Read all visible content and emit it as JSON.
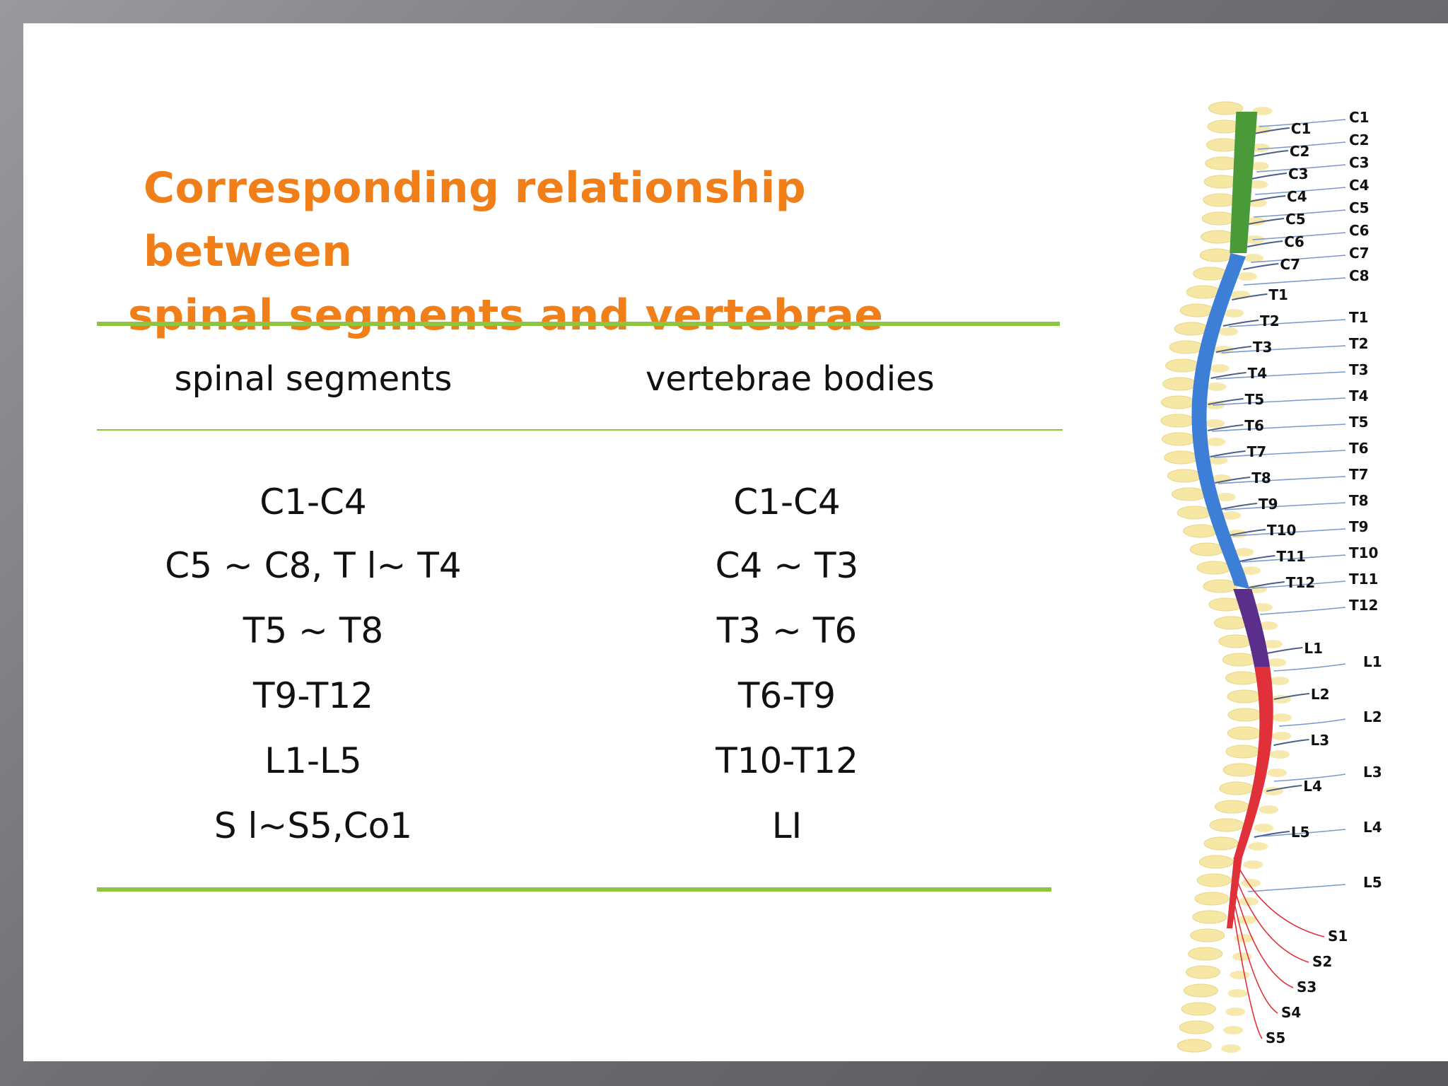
{
  "title": {
    "line1": "Corresponding relationship between",
    "line2": "spinal segments and vertebrae"
  },
  "table": {
    "headers": [
      "spinal segments",
      "vertebrae bodies"
    ],
    "rows": [
      [
        "C1-C4",
        "C1-C4"
      ],
      [
        "C5 ~ C8, T l~ T4",
        "C4 ~ T3"
      ],
      [
        "T5 ~ T8",
        "T3 ~ T6"
      ],
      [
        "T9-T12",
        "T6-T9"
      ],
      [
        "L1-L5",
        "T10-T12"
      ],
      [
        "S l~S5,Co1",
        "LI"
      ]
    ]
  },
  "diagram": {
    "inner_labels": [
      "C1",
      "C2",
      "C3",
      "C4",
      "C5",
      "C6",
      "C7",
      "T1",
      "T2",
      "T3",
      "T4",
      "T5",
      "T6",
      "T7",
      "T8",
      "T9",
      "T10",
      "T11",
      "T12",
      "L1",
      "L2",
      "L3",
      "L4",
      "L5"
    ],
    "outer_labels": [
      "C1",
      "C2",
      "C3",
      "C4",
      "C5",
      "C6",
      "C7",
      "C8",
      "T1",
      "T2",
      "T3",
      "T4",
      "T5",
      "T6",
      "T7",
      "T8",
      "T9",
      "T10",
      "T11",
      "T12",
      "L1",
      "L2",
      "L3",
      "L4",
      "L5",
      "S1",
      "S2",
      "S3",
      "S4",
      "S5"
    ],
    "colors": {
      "cervical": "#4a9a3a",
      "thoracic": "#3d7fd6",
      "lumbar": "#5a2e8a",
      "sacral": "#e0303a",
      "bone": "#f6e7a5",
      "nerve": "#4a5e88"
    }
  },
  "colors": {
    "title": "#f07f1a",
    "rule": "#8cc63f"
  }
}
